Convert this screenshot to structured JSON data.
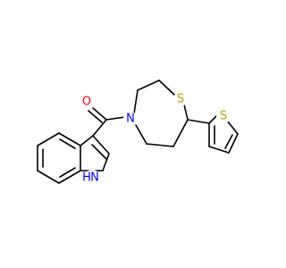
{
  "molecule": {
    "atoms": {
      "oxygen": {
        "label": "O",
        "color": "#ff0000"
      },
      "nitrogen_amide": {
        "label": "N",
        "color": "#0000ff"
      },
      "sulfur_ring": {
        "label": "S",
        "color": "#b8a000"
      },
      "sulfur_thiophene": {
        "label": "S",
        "color": "#b8a000"
      },
      "indole_nh": {
        "label": "H",
        "color": "#0000ff"
      },
      "indole_n": {
        "label": "N",
        "color": "#0000ff"
      }
    },
    "bond_color": "#000000",
    "background": "#ffffff"
  }
}
